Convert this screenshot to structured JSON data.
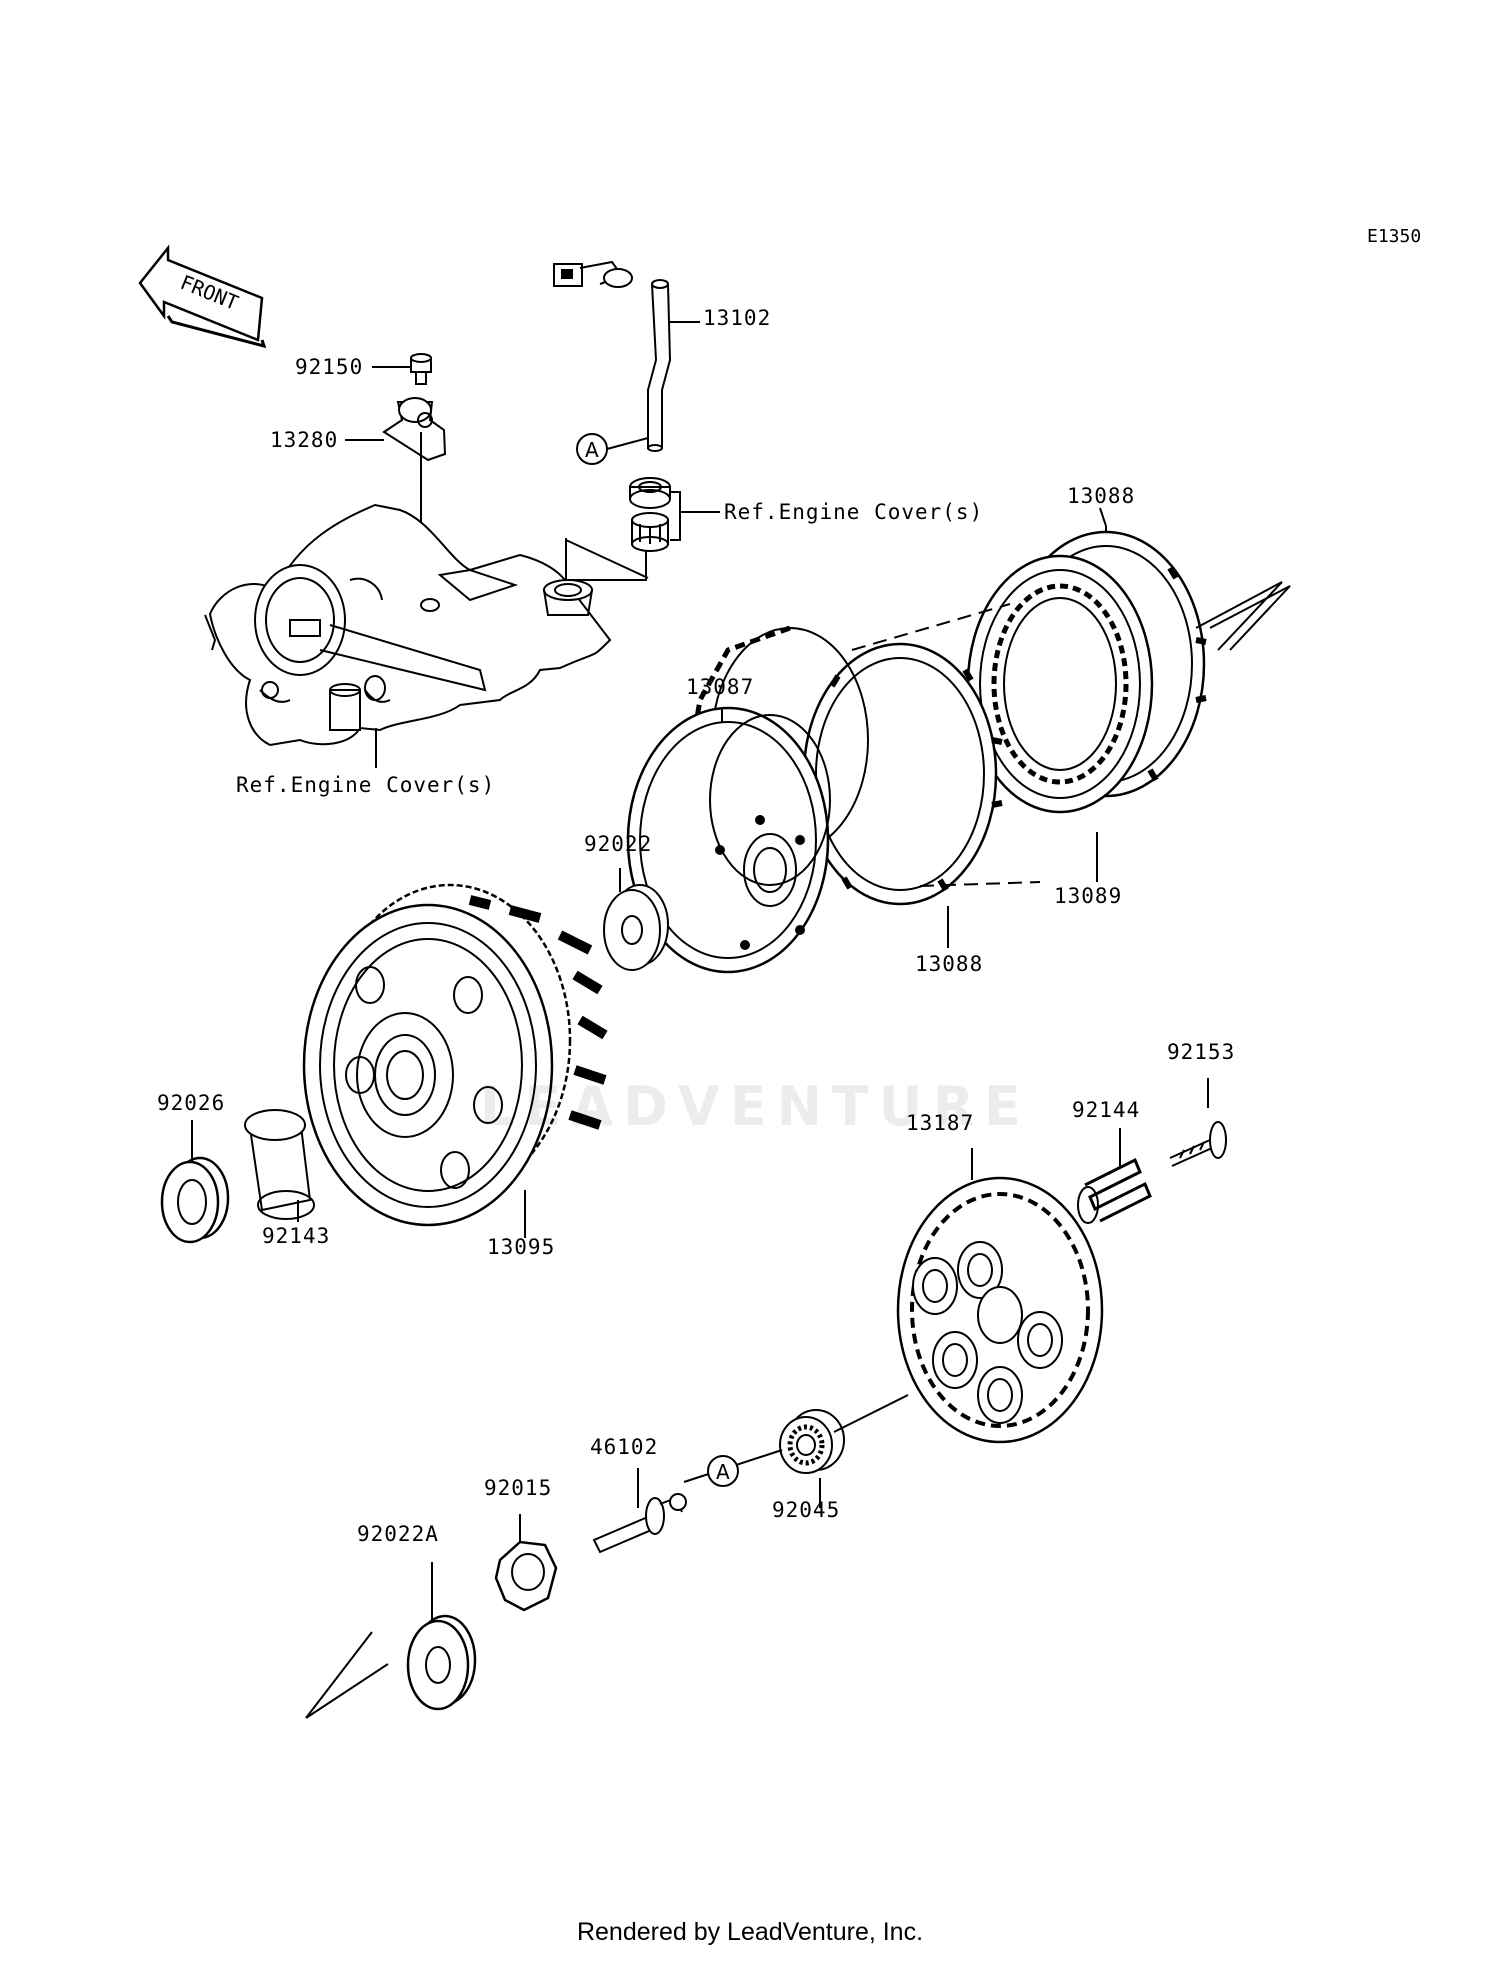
{
  "sheet_code": "E1350",
  "front_label": "FRONT",
  "callout_marker": "A",
  "watermark_text": "LEADVENTURE",
  "credit": "Rendered by LeadVenture, Inc.",
  "parts": {
    "p13102": "13102",
    "p92150": "92150",
    "p13280": "13280",
    "ref_cover_top": "Ref.Engine Cover(s)",
    "ref_cover_left": "Ref.Engine Cover(s)",
    "p13088_top": "13088",
    "p13087": "13087",
    "p92022": "92022",
    "p13089": "13089",
    "p13088_bottom": "13088",
    "p92153": "92153",
    "p92144": "92144",
    "p13187": "13187",
    "p92026": "92026",
    "p92143": "92143",
    "p13095": "13095",
    "p46102": "46102",
    "p92015": "92015",
    "p92045": "92045",
    "p92022A": "92022A"
  },
  "colors": {
    "line": "#000000",
    "background": "#ffffff"
  }
}
